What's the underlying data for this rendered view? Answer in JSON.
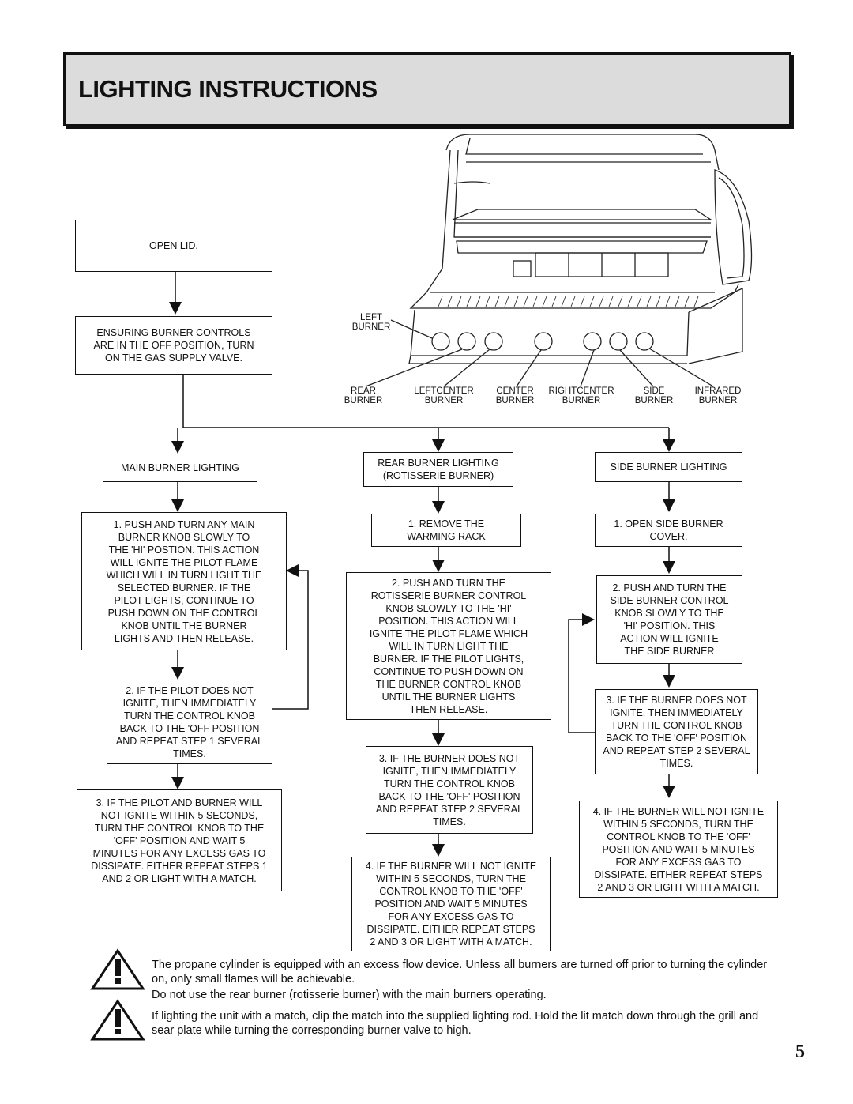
{
  "page": {
    "title": "LIGHTING INSTRUCTIONS",
    "page_number": "5"
  },
  "intro": {
    "open_lid": "OPEN LID.",
    "ensure_off": "ENSURING BURNER CONTROLS\nARE IN THE OFF POSITION, TURN\nON THE GAS SUPPLY VALVE."
  },
  "grill_labels": {
    "left": "LEFT\nBURNER",
    "rear": "REAR\nBURNER",
    "leftcenter": "LEFTCENTER\nBURNER",
    "center": "CENTER\nBURNER",
    "rightcenter": "RIGHTCENTER\nBURNER",
    "side": "SIDE\nBURNER",
    "infrared": "INFRARED\nBURNER"
  },
  "main": {
    "heading": "MAIN BURNER LIGHTING",
    "steps": [
      "1.  PUSH AND TURN ANY MAIN\nBURNER KNOB SLOWLY TO\nTHE 'HI' POSTION.  THIS ACTION\nWILL IGNITE THE  PILOT FLAME\nWHICH WILL IN TURN LIGHT THE\nSELECTED BURNER.  IF THE\nPILOT LIGHTS, CONTINUE TO\nPUSH DOWN ON THE CONTROL\nKNOB UNTIL THE BURNER\nLIGHTS AND THEN RELEASE.",
      "2.  IF THE PILOT DOES NOT\nIGNITE, THEN IMMEDIATELY\nTURN THE CONTROL KNOB\nBACK TO THE 'OFF POSITION\nAND REPEAT STEP 1 SEVERAL\nTIMES.",
      "3.  IF THE PILOT AND BURNER WILL\nNOT IGNITE WITHIN 5 SECONDS,\nTURN THE CONTROL KNOB TO THE\n'OFF' POSITION AND WAIT 5\nMINUTES FOR ANY EXCESS GAS TO\nDISSIPATE.  EITHER REPEAT STEPS 1\nAND 2 OR LIGHT WITH A MATCH."
    ]
  },
  "rear": {
    "heading": "REAR BURNER LIGHTING\n(ROTISSERIE BURNER)",
    "steps": [
      "1. REMOVE THE\nWARMING RACK",
      "2.  PUSH AND TURN THE\nROTISSERIE BURNER CONTROL\nKNOB SLOWLY TO THE 'HI'\nPOSITION.  THIS ACTION WILL\nIGNITE THE PILOT FLAME WHICH\nWILL IN TURN LIGHT THE\nBURNER.  IF THE PILOT LIGHTS,\nCONTINUE TO PUSH DOWN ON\nTHE BURNER CONTROL KNOB\nUNTIL THE BURNER LIGHTS\nTHEN RELEASE.",
      "3.  IF THE BURNER DOES NOT\nIGNITE, THEN IMMEDIATELY\nTURN THE CONTROL KNOB\nBACK TO THE 'OFF' POSITION\nAND REPEAT STEP 2 SEVERAL\nTIMES.",
      "4.  IF THE BURNER WILL NOT IGNITE\nWITHIN 5 SECONDS, TURN THE\nCONTROL KNOB TO THE 'OFF'\nPOSITION AND WAIT 5 MINUTES\nFOR ANY EXCESS GAS TO\nDISSIPATE.  EITHER REPEAT STEPS\n2 AND 3 OR LIGHT WITH A MATCH."
    ]
  },
  "side": {
    "heading": "SIDE BURNER LIGHTING",
    "steps": [
      "1.  OPEN SIDE BURNER\nCOVER.",
      "2.  PUSH AND TURN THE\nSIDE BURNER CONTROL\nKNOB SLOWLY TO THE\n'HI' POSITION.  THIS\nACTION WILL IGNITE\nTHE SIDE BURNER",
      "3.  IF THE BURNER DOES NOT\nIGNITE, THEN IMMEDIATELY\nTURN THE CONTROL KNOB\nBACK TO THE 'OFF' POSITION\nAND REPEAT STEP 2 SEVERAL\nTIMES.",
      "4.  IF THE BURNER WILL NOT IGNITE\nWITHIN 5 SECONDS, TURN THE\nCONTROL KNOB TO THE 'OFF'\nPOSITION AND WAIT 5 MINUTES\nFOR ANY EXCESS GAS TO\nDISSIPATE.  EITHER REPEAT STEPS\n2 AND 3 OR LIGHT WITH A MATCH."
    ]
  },
  "warnings": [
    "The propane cylinder is equipped with an excess flow device.  Unless all burners are turned off prior to turning the cylinder on, only small flames will be achievable.",
    "Do not use the rear burner (rotisserie burner) with the main burners operating.",
    "If lighting the unit with a match, clip the match into the supplied lighting rod.  Hold the lit match down through the grill and sear plate while turning the corresponding burner valve to high."
  ]
}
